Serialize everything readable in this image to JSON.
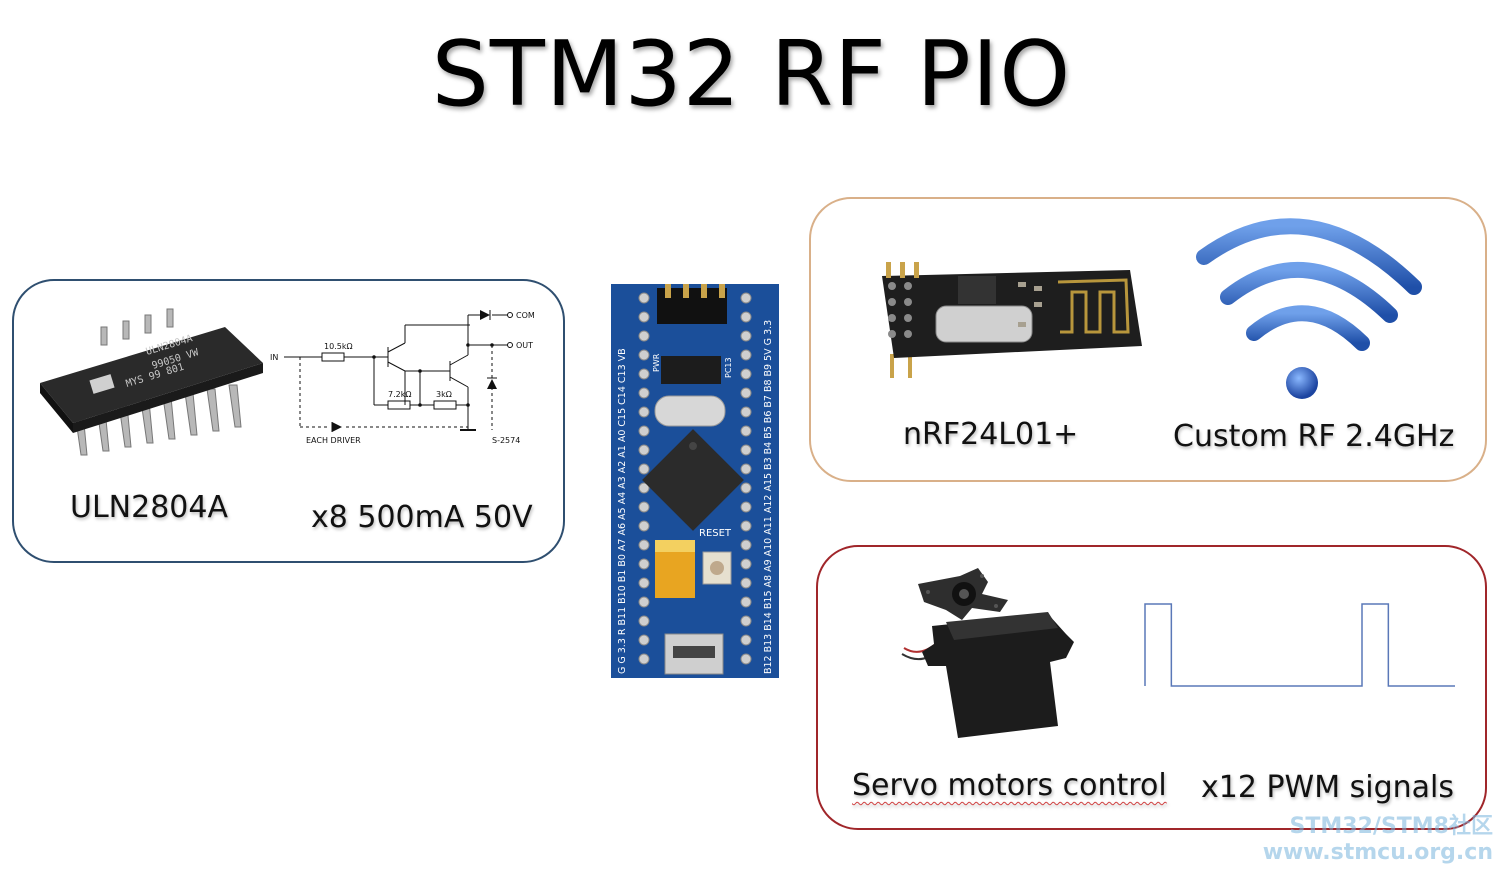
{
  "slide": {
    "title": "STM32 RF PIO"
  },
  "uln_panel": {
    "chip_caption": "ULN2804A",
    "spec_caption": "x8 500mA 50V",
    "chip_markings": [
      "ULN2804A",
      "99050 VW",
      "MYS 99 801"
    ],
    "schematic": {
      "in_label": "IN",
      "r1_label": "10.5kΩ",
      "r2_label": "7.2kΩ",
      "r3_label": "3kΩ",
      "com_label": "COM",
      "out_label": "OUT",
      "driver_label": "EACH DRIVER",
      "ref_label": "S-2574"
    }
  },
  "board": {
    "reset_label": "RESET",
    "left_pins": "G G 3.3 R B11 B10 B1 B0 A7 A6 A5 A4 A3 A2 A1 A0 C15 C14 C13 VB",
    "right_pins": "B12 B13 B14 B15 A8 A9 A10 A11 A12 A15 B3 B4 B5 B6 B7 B8 B9 5V G 3.3",
    "pwr_label": "PWR",
    "pc13_label": "PC13"
  },
  "rf_panel": {
    "module_caption": "nRF24L01+",
    "wifi_caption": "Custom RF 2.4GHz"
  },
  "servo_panel": {
    "servo_caption": "Servo motors control",
    "pwm_caption": "x12 PWM signals",
    "pwm_pulses": [
      {
        "start": 0.0,
        "width": 0.085
      },
      {
        "start": 0.7,
        "width": 0.085
      }
    ]
  },
  "watermark": {
    "line1": "STM32/STM8社区",
    "line2": "www.stmcu.org.cn"
  },
  "colors": {
    "panel_uln_border": "#2f4f70",
    "panel_rf_border": "#d9b089",
    "panel_servo_border": "#a0262a",
    "board_blue": "#1b4f9a",
    "wifi_blue": "#2a66c8",
    "pwm_line": "#5a78b8"
  }
}
